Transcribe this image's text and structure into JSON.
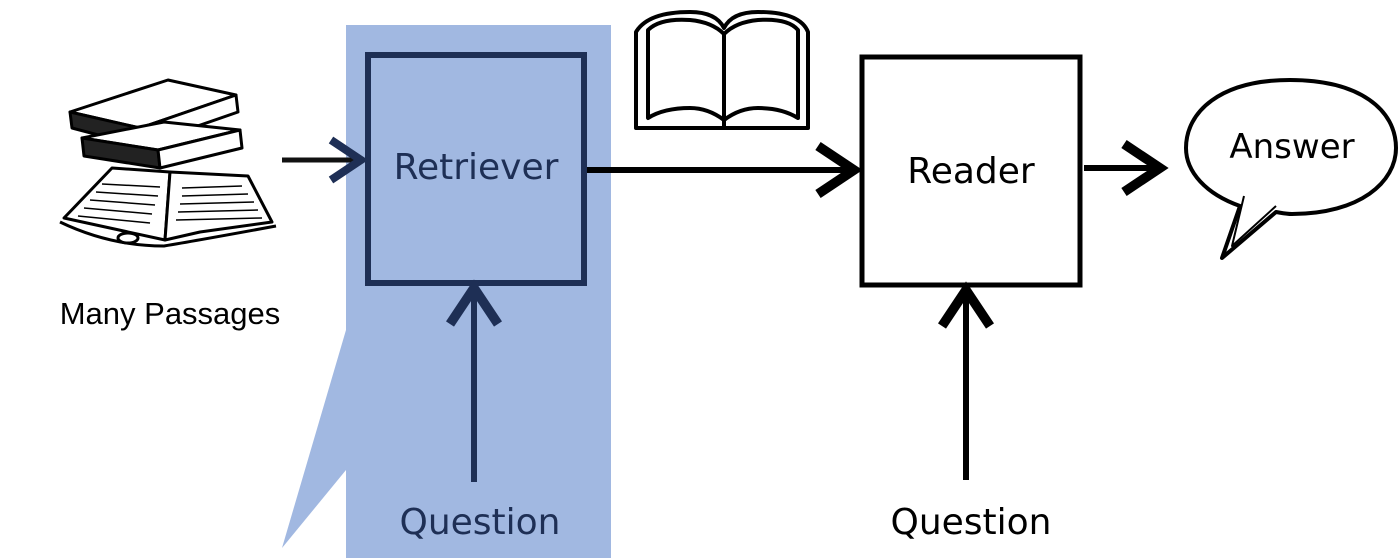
{
  "diagram": {
    "corpus_label": "Many Passages",
    "retriever_label": "Retriever",
    "reader_label": "Reader",
    "retriever_question_label": "Question",
    "reader_question_label": "Question",
    "answer_label": "Answer"
  },
  "colors": {
    "highlight": "#a1b8e1",
    "highlight_stroke": "#1e2f55",
    "stroke": "#000000",
    "background": "#ffffff"
  },
  "icons": [
    "books-stack-icon",
    "open-book-icon",
    "speech-bubble-icon"
  ]
}
